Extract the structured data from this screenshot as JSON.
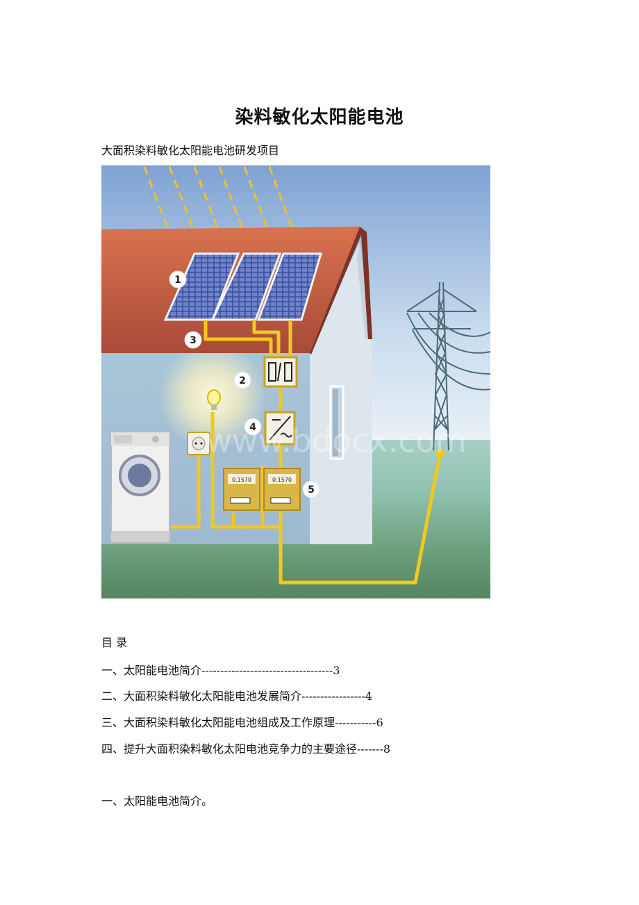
{
  "document": {
    "title": "染料敏化太阳能电池",
    "subtitle": "大面积染料敏化太阳能电池研发项目"
  },
  "figure": {
    "callouts": [
      "1",
      "2",
      "3",
      "4",
      "5"
    ],
    "meter_reading": "0.1570",
    "watermark": "www.bdocx.com",
    "colors": {
      "sky_top": "#7fa3d4",
      "roof": "#c8614a",
      "wall": "#b7d0e0",
      "ground": "#6aa07e",
      "wire": "#f2c81e",
      "tower": "#3f5f6e"
    }
  },
  "toc": {
    "heading": "目 录",
    "items": [
      {
        "title": "一、太阳能电池简介",
        "leader": "-----------------------------------",
        "page": "3"
      },
      {
        "title": "二、大面积染料敏化太阳能电池发展简介",
        "leader": "-----------------",
        "page": "4"
      },
      {
        "title": "三、大面积染料敏化太阳能电池组成及工作原理",
        "leader": "-----------",
        "page": "6"
      },
      {
        "title": "四、提升大面积染料敏化太阳电池竞争力的主要途径",
        "leader": "-------",
        "page": "8"
      }
    ]
  },
  "section": {
    "heading": "一、太阳能电池简介。"
  }
}
